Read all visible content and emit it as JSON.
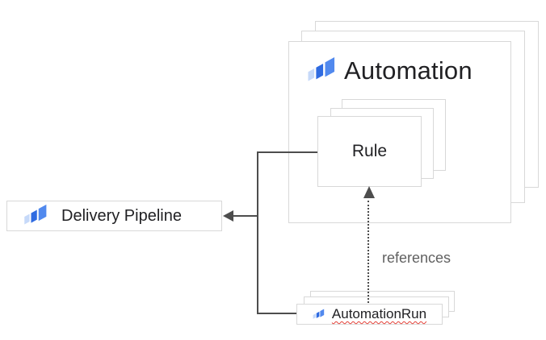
{
  "nodes": {
    "automation": {
      "label": "Automation",
      "icon": "cloud-deploy-icon",
      "stack_count": 3
    },
    "rule": {
      "label": "Rule",
      "stack_count": 3
    },
    "delivery_pipeline": {
      "label": "Delivery Pipeline",
      "icon": "cloud-deploy-icon",
      "stack_count": 1
    },
    "automation_run": {
      "label": "AutomationRun",
      "icon": "cloud-deploy-icon",
      "stack_count": 3,
      "spellcheck_underline": true
    }
  },
  "edges": [
    {
      "from": "automation_run",
      "to": "rule",
      "style": "dotted-arrow-up",
      "label": "references"
    },
    {
      "from": "rule",
      "to": "delivery_pipeline",
      "style": "solid",
      "label": ""
    },
    {
      "from": "automation_run",
      "to": "delivery_pipeline",
      "style": "solid-arrow-left",
      "label": ""
    }
  ],
  "colors": {
    "card_border": "#d8d8d8",
    "connector": "#4d4d4d",
    "text_primary": "#212124",
    "edge_label_gray": "#616161",
    "spellcheck_red": "#e5433a",
    "icon_blue_medium": "#5189ee",
    "icon_blue_dark": "#2f6be1",
    "icon_blue_light": "#c6d9f9"
  }
}
